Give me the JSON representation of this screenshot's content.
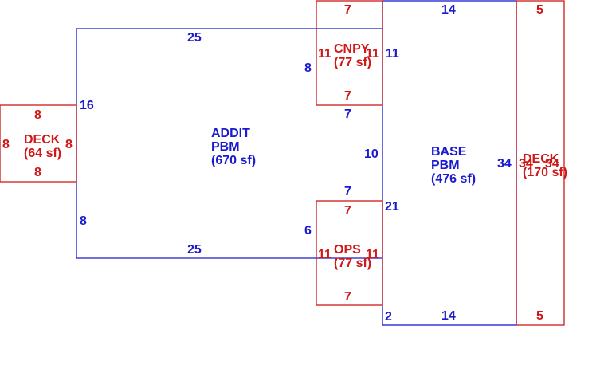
{
  "colors": {
    "blue": "#1a1ad0",
    "red": "#d01818"
  },
  "areas": {
    "addit": {
      "name_line1": "ADDIT",
      "name_line2": "PBM",
      "size": "(670 sf)",
      "dims": {
        "top": "25",
        "bottom": "25",
        "left_upper": "16",
        "left_lower": "8",
        "right_upper": "8",
        "right_lower": "6"
      }
    },
    "base": {
      "name_line1": "BASE",
      "name_line2": "PBM",
      "size": "(476 sf)",
      "dims": {
        "top": "14",
        "bottom": "14",
        "right": "34",
        "left_a": "11",
        "left_b": "7",
        "left_c": "10",
        "left_d": "7",
        "left_e": "21",
        "left_f": "2"
      }
    },
    "cnpy": {
      "name": "CNPY",
      "size": "(77 sf)",
      "dims": {
        "top": "7",
        "bottom": "7",
        "left": "11",
        "right": "11"
      }
    },
    "ops": {
      "name": "OPS",
      "size": "(77 sf)",
      "dims": {
        "top": "7",
        "bottom": "7",
        "left": "11",
        "right": "11"
      }
    },
    "deck_left": {
      "name": "DECK",
      "size": "(64 sf)",
      "dims": {
        "top": "8",
        "bottom": "8",
        "left": "8",
        "right": "8"
      }
    },
    "deck_right": {
      "name": "DECK",
      "size": "(170 sf)",
      "dims": {
        "top": "5",
        "bottom": "5",
        "left": "34",
        "right": "34"
      }
    }
  }
}
